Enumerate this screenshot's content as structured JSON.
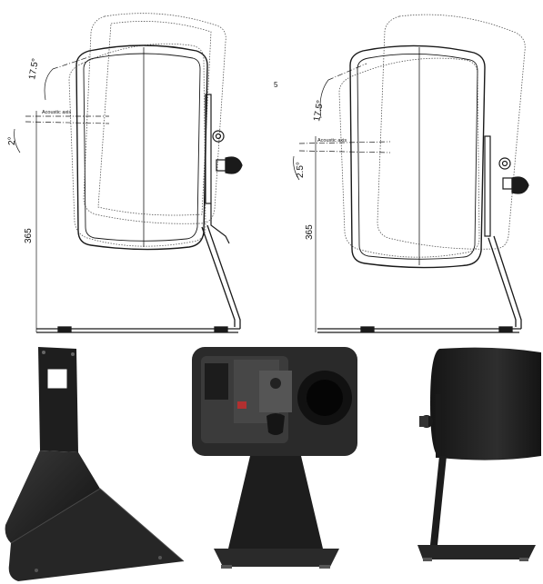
{
  "left_drawing": {
    "tilt_up_angle": "17.5°",
    "tilt_down_angle": "2°",
    "axis_label": "Acoustic axis",
    "height_dimension": "365"
  },
  "right_drawing": {
    "tilt_up_angle": "17.5°",
    "tilt_down_angle": "2.5°",
    "axis_label": "Acoustic axis",
    "height_dimension": "365"
  },
  "colors": {
    "line": "#1a1a1a",
    "dotted": "#555555",
    "photo_black": "#1e1e1e",
    "photo_grey": "#3a3a3a"
  }
}
